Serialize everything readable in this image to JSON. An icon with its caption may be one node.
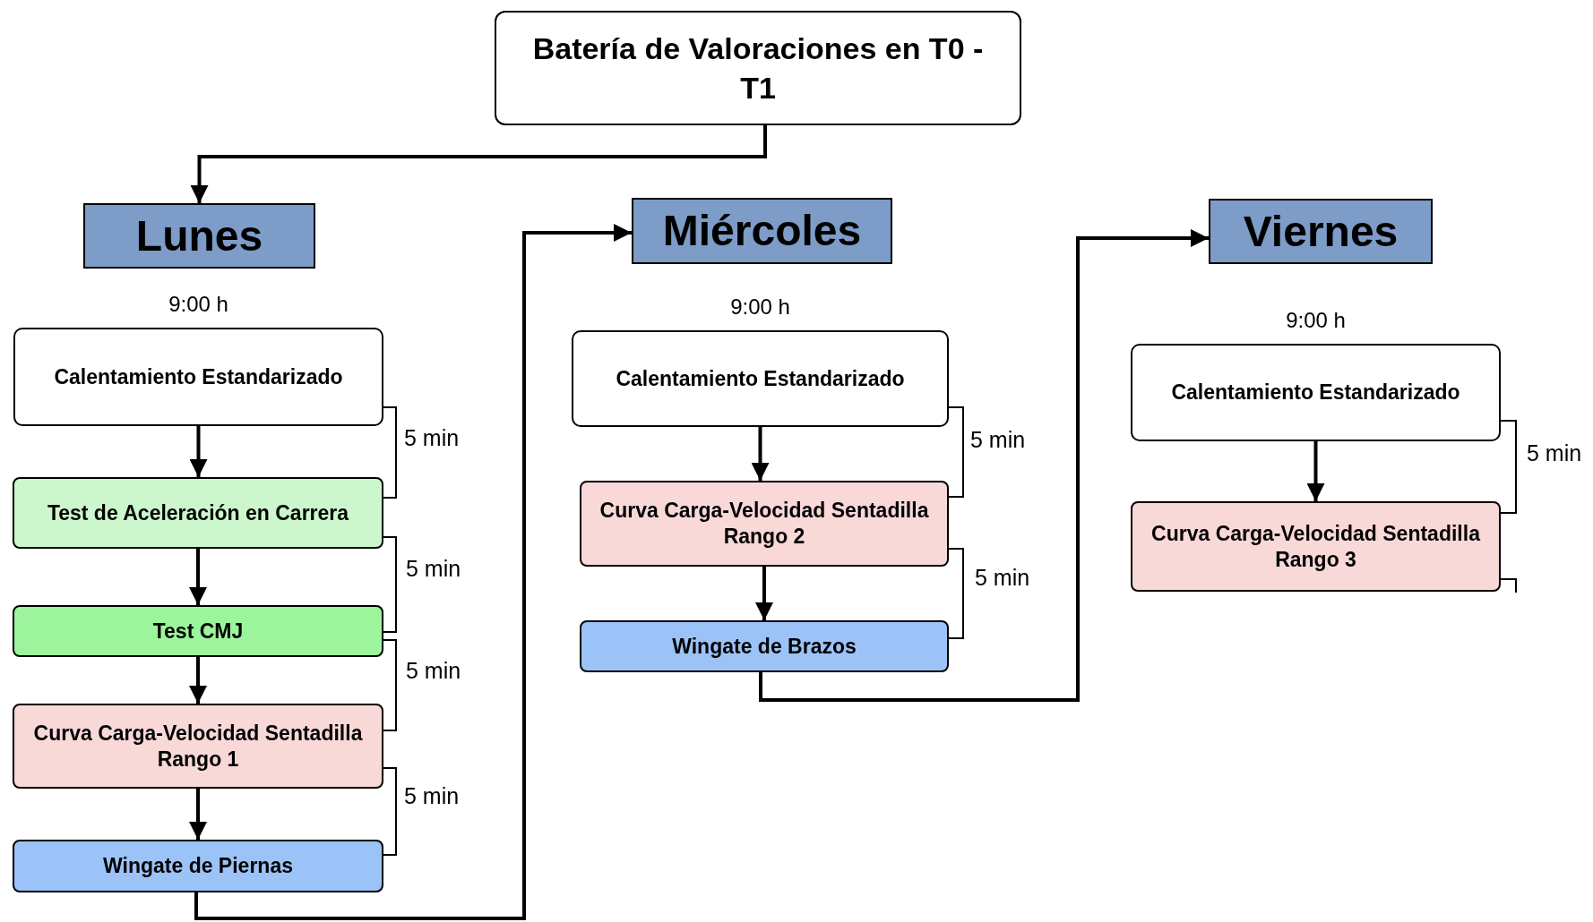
{
  "diagram": {
    "nodes": [
      {
        "text": [
          "Batería de Valoraciones en T0 - T1"
        ]
      },
      {
        "text": [
          "Lunes"
        ]
      },
      {
        "text": [
          "Calentamiento Estandarizado"
        ],
        "beside": [
          "9:00 h"
        ]
      },
      {
        "text": [
          "Test de Aceleración en Carrera"
        ]
      },
      {
        "text": [
          "Test CMJ"
        ]
      },
      {
        "text": [
          "Curva Carga-Velocidad Sentadilla Rango 1"
        ]
      },
      {
        "text": [
          "Wingate de Piernas"
        ]
      },
      {
        "text": [
          "Miércoles"
        ]
      },
      {
        "text": [
          "Calentamiento Estandarizado"
        ],
        "beside": [
          "9:00 h"
        ]
      },
      {
        "text": [
          "Curva Carga-Velocidad Sentadilla Rango 2"
        ]
      },
      {
        "text": [
          "Wingate de Brazos"
        ]
      },
      {
        "text": [
          "Viernes"
        ]
      },
      {
        "text": [
          "Calentamiento Estandarizado"
        ],
        "beside": [
          "9:00 h"
        ]
      },
      {
        "text": [
          "Curva Carga-Velocidad Sentadilla Rango 3"
        ]
      }
    ],
    "edges": [
      {
        "from": 0,
        "to": 1,
        "arrow": "to"
      },
      {
        "from": 2,
        "to": 3,
        "arrow": "to"
      },
      {
        "from": 3,
        "to": 4,
        "arrow": "to"
      },
      {
        "from": 4,
        "to": 5,
        "arrow": "to"
      },
      {
        "from": 5,
        "to": 6,
        "arrow": "to"
      },
      {
        "from": 6,
        "to": 7,
        "arrow": "to"
      },
      {
        "from": 8,
        "to": 9,
        "arrow": "to"
      },
      {
        "from": 9,
        "to": 10,
        "arrow": "to"
      },
      {
        "from": 10,
        "to": 11,
        "arrow": "to"
      },
      {
        "from": 12,
        "to": 13,
        "arrow": "to"
      }
    ],
    "labels": [
      "5 min",
      "5 min",
      "5 min",
      "5 min",
      "5 min",
      "5 min",
      "5 min"
    ]
  }
}
